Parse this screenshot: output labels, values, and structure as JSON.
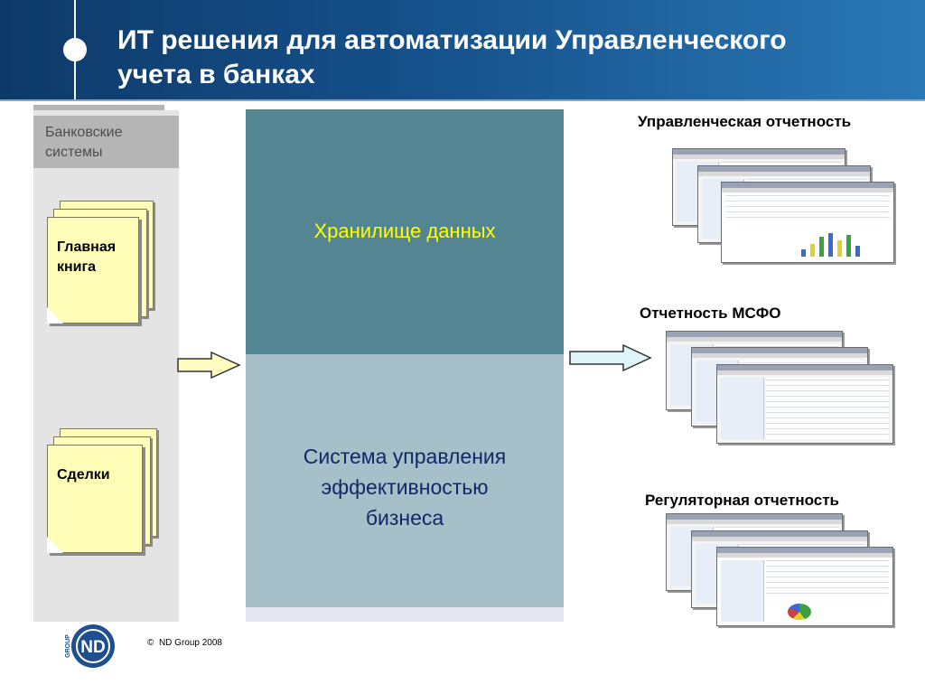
{
  "header": {
    "title": "ИТ решения для автоматизации Управленческого\nучета в банках"
  },
  "left_panel": {
    "heading": "Банковские\nсистемы",
    "documents": [
      {
        "label": "Главная\nкнига"
      },
      {
        "label": "Сделки"
      }
    ]
  },
  "center": {
    "data_warehouse": "Хранилище данных",
    "epm_system": "Система управления\nэффективностью\nбизнеса"
  },
  "outputs": [
    {
      "label": "Управленческая отчетность"
    },
    {
      "label": "Отчетность МСФО"
    },
    {
      "label": "Регуляторная отчетность"
    }
  ],
  "footer": {
    "copyright_symbol": "©",
    "copyright": "ND Group 2008",
    "logo_text": "ND",
    "logo_side_text": "GROUP"
  },
  "colors": {
    "header_dark": "#0e3a69",
    "header_light": "#2a78b6",
    "data_warehouse_bg": "#538593",
    "data_warehouse_text": "#ffff00",
    "epm_bg": "#a7bfc9",
    "epm_text": "#0f2a66",
    "document_fill": "#fffdb8",
    "arrow_fill": "#fffcc0",
    "arrow_right_fill": "#dff4f8"
  }
}
